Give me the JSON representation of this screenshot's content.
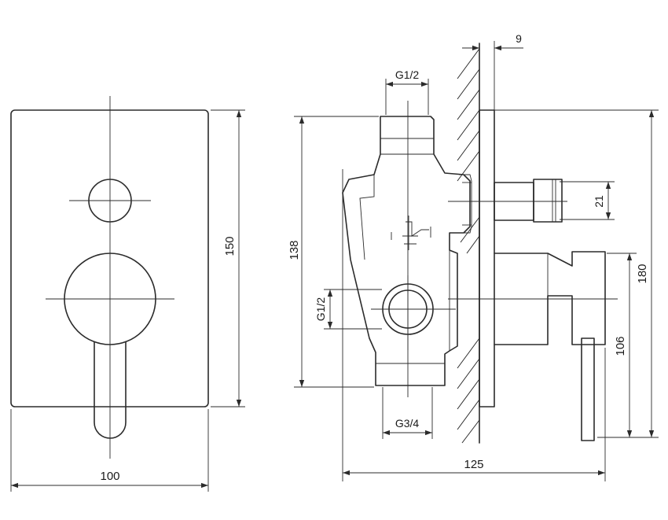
{
  "dimensions": {
    "front_width": "100",
    "front_height": "150",
    "depth": "125",
    "overall_height": "180",
    "body_height": "138",
    "lever_height": "106",
    "wall_offset": "9",
    "connector_diameter": "21",
    "thread_top": "G1/2",
    "thread_side": "G1/2",
    "thread_bottom": "G3/4"
  }
}
